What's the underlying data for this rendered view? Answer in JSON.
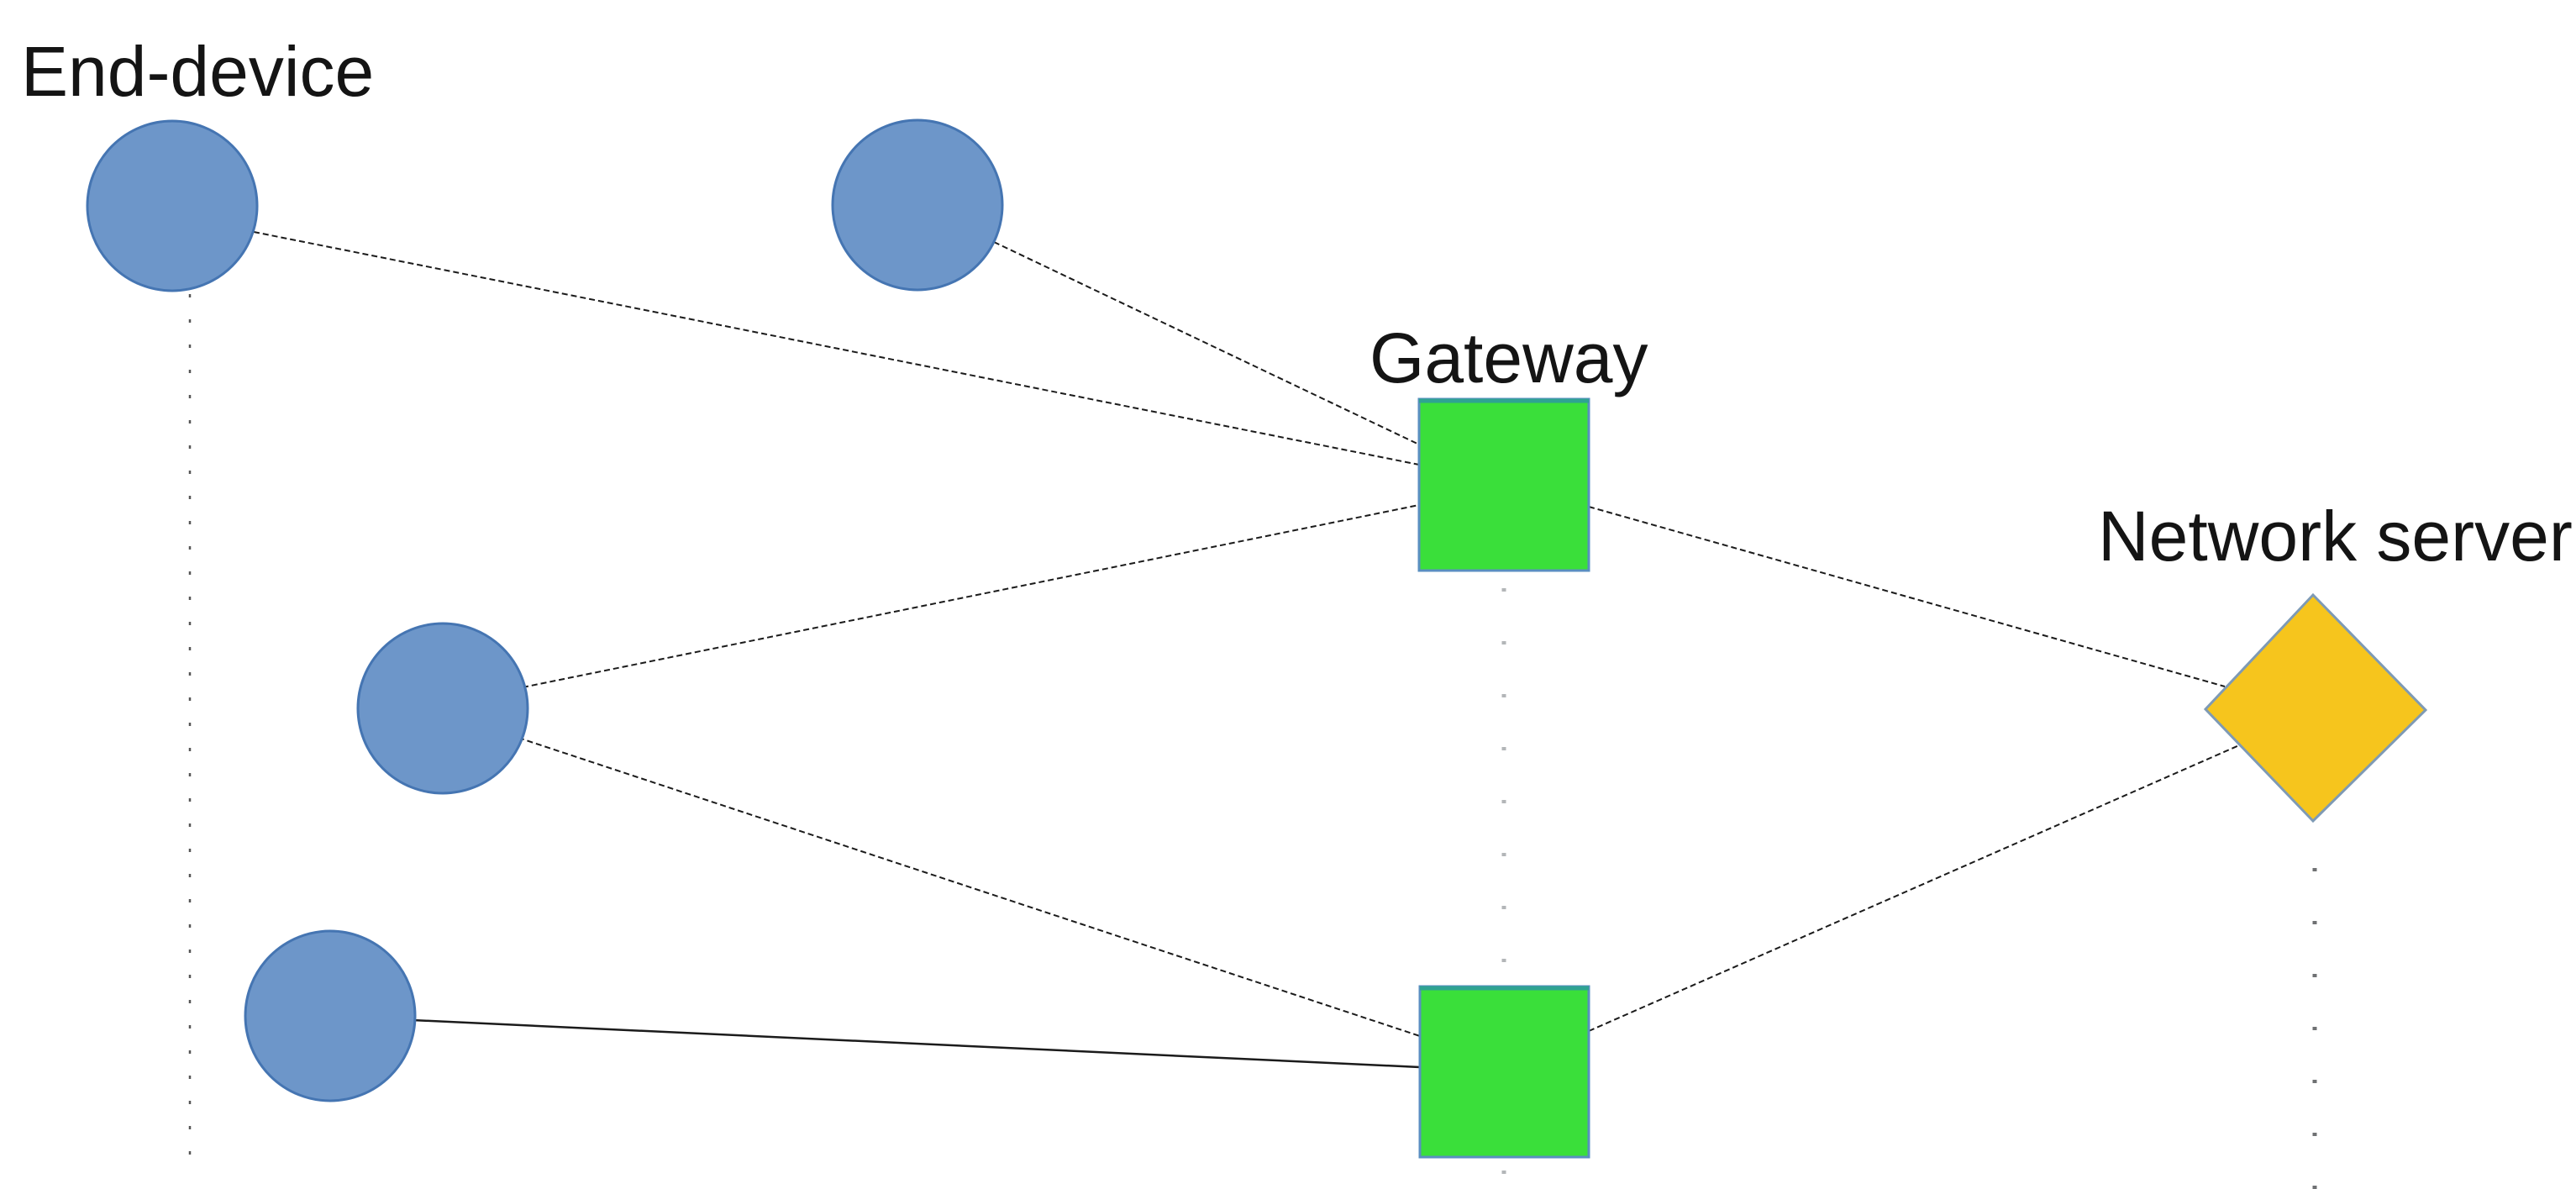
{
  "diagram": {
    "labels": {
      "end_device": "End-device",
      "gateway": "Gateway",
      "network_server": "Network server"
    },
    "colors": {
      "background": "#FFFFFF",
      "device_fill": "#6D96C9",
      "device_stroke": "#4575B2",
      "gateway_fill": "#3ADF3A",
      "gateway_stroke": "#5A8FC0",
      "gateway_top_stroke": "#2FA392",
      "server_fill": "#F6C51D",
      "server_stroke": "#7E9AB5",
      "link": "#1B1B1B",
      "guide_dark": "#555555",
      "guide_light": "#B3B6B8",
      "guide_mid": "#6F7173",
      "text": "#141414"
    },
    "node_types": [
      {
        "shape": "circle",
        "label": "End-device",
        "count": 4
      },
      {
        "shape": "square",
        "label": "Gateway",
        "count": 2
      },
      {
        "shape": "diamond",
        "label": "Network server",
        "count": 1
      }
    ],
    "edges": [
      "end-device-1 — gateway-1",
      "end-device-2 — gateway-1",
      "end-device-3 — gateway-1",
      "end-device-3 — gateway-2",
      "end-device-4 — gateway-2",
      "gateway-1 — network-server",
      "gateway-2 — network-server"
    ]
  }
}
